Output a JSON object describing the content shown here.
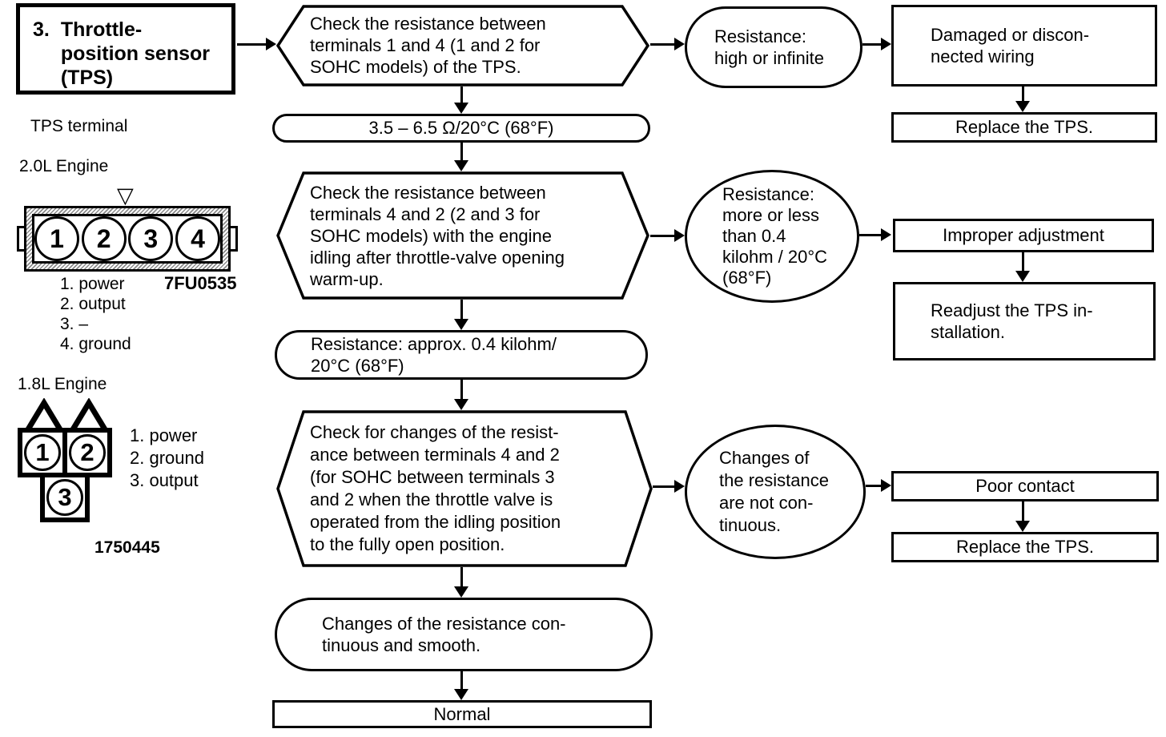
{
  "colors": {
    "ink": "#000000",
    "paper": "#ffffff"
  },
  "header": {
    "number": "3.",
    "title": "Throttle-\nposition sensor\n(TPS)"
  },
  "labels": {
    "tps_terminal": "TPS terminal",
    "engine_20": "2.0L Engine",
    "engine_18": "1.8L Engine",
    "code_20": "7FU0535",
    "code_18": "1750445"
  },
  "icons": {
    "alignment_mark": "▽"
  },
  "connector_20": {
    "pins": [
      "1",
      "2",
      "3",
      "4"
    ],
    "legend": [
      "1. power",
      "2. output",
      "3. –",
      "4. ground"
    ]
  },
  "connector_18": {
    "pins": [
      "1",
      "2",
      "3"
    ],
    "legend": [
      "1. power",
      "2. ground",
      "3. output"
    ]
  },
  "flow": {
    "step1": "Check the resistance between\nterminals 1 and 4 (1 and 2 for\nSOHC models) of the TPS.",
    "spec1": "3.5 – 6.5 Ω/20°C (68°F)",
    "step2": "Check the resistance between\nterminals 4 and 2 (2 and 3 for\nSOHC models) with the engine\nidling after throttle-valve opening\nwarm-up.",
    "spec2": "Resistance: approx. 0.4 kilohm/\n20°C (68°F)",
    "step3": "Check for changes of the resist-\nance between terminals 4 and 2\n(for SOHC between terminals 3\nand 2 when the throttle valve is\noperated from the idling position\nto the fully open position.",
    "spec3": "Changes of the resistance con-\ntinuous and smooth.",
    "normal": "Normal"
  },
  "outcomes": {
    "cond1": "Resistance:\nhigh or infinite",
    "fault1": "Damaged or discon-\nnected wiring",
    "action1": "Replace the TPS.",
    "cond2": "Resistance:\nmore or less\nthan 0.4\nkilohm / 20°C\n(68°F)",
    "fault2": "Improper adjustment",
    "action2": "Readjust the TPS in-\nstallation.",
    "cond3": "Changes of\nthe resistance\nare not con-\ntinuous.",
    "fault3": "Poor contact",
    "action3": "Replace the TPS."
  }
}
